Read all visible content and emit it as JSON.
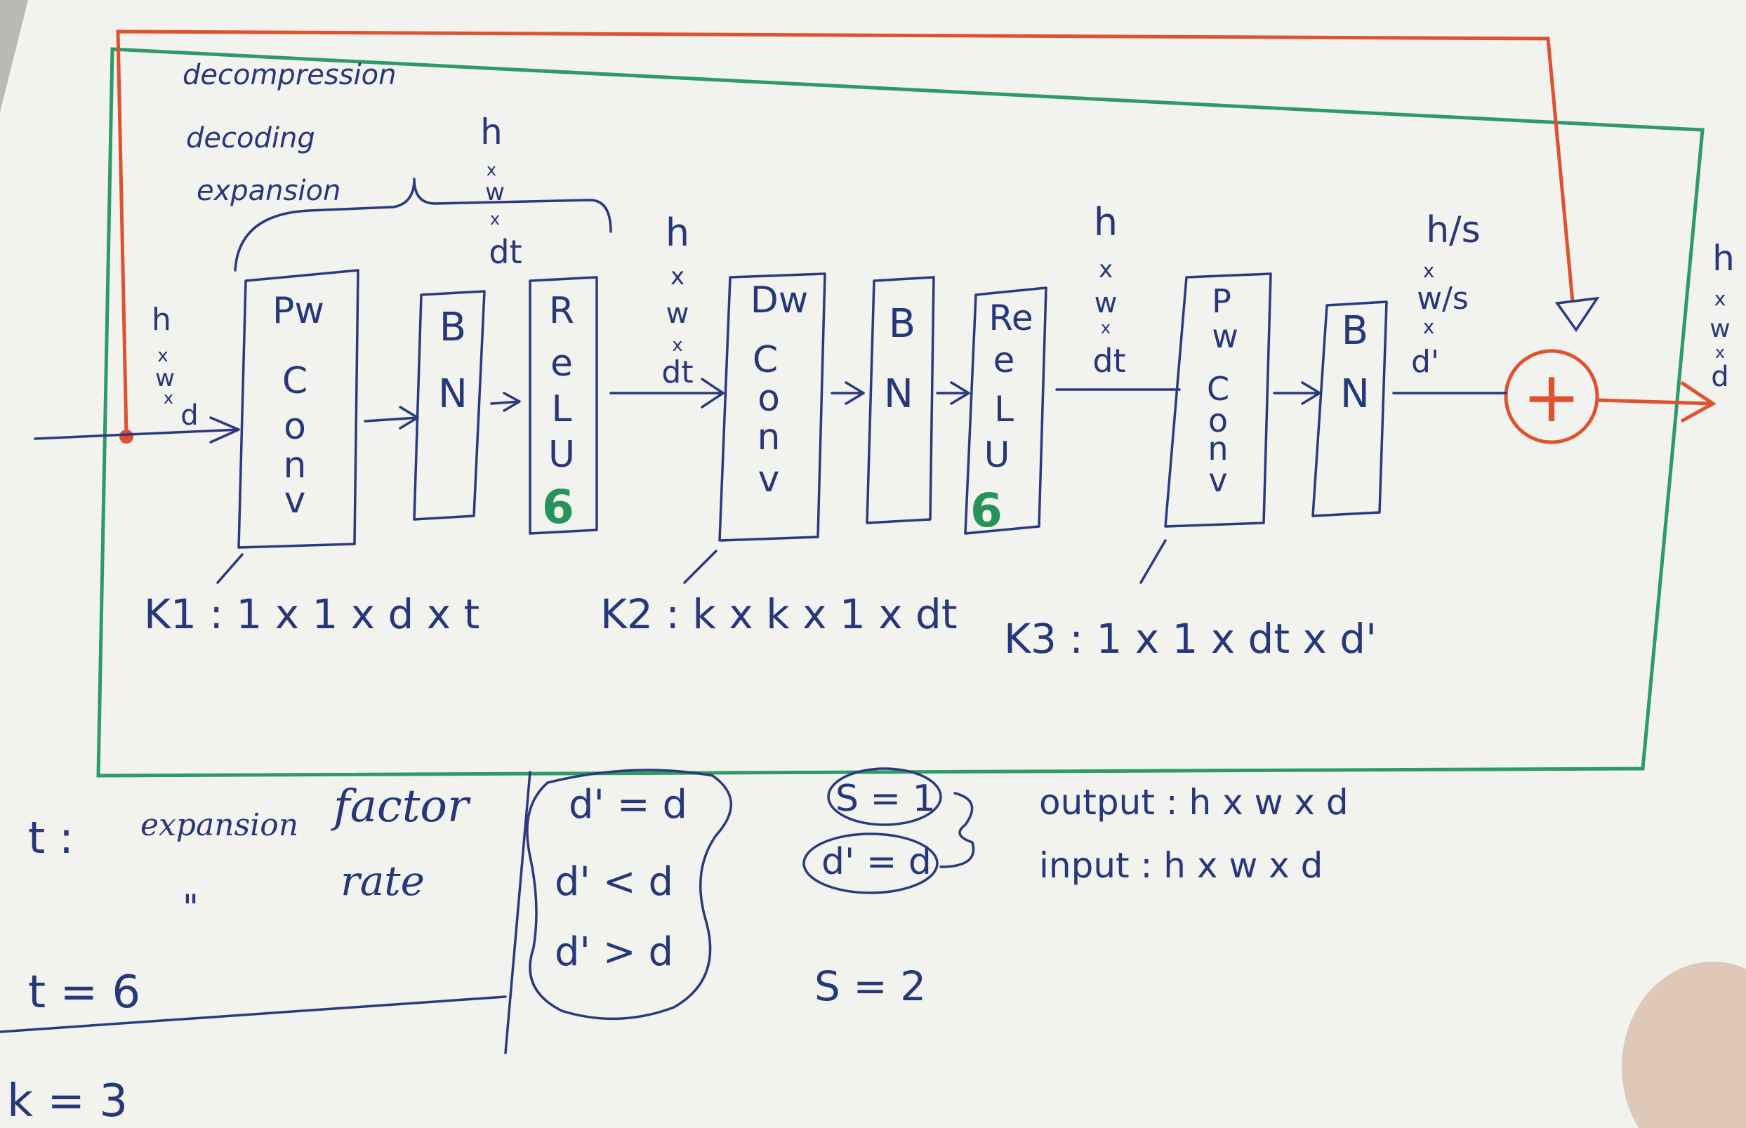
{
  "header_notes": [
    "decompression",
    "decoding",
    "expansion"
  ],
  "dims": {
    "input": [
      "h",
      "x",
      "w",
      "x",
      "d"
    ],
    "after_expand": [
      "h",
      "x",
      "w",
      "x",
      "dt"
    ],
    "after_relu1": [
      "h",
      "x",
      "w",
      "x",
      "dt"
    ],
    "after_relu2": [
      "h",
      "x",
      "w",
      "x",
      "dt"
    ],
    "after_bn3": [
      "h/s",
      "x",
      "w/s",
      "x",
      "d'"
    ],
    "output": [
      "h",
      "x",
      "w",
      "x",
      "d"
    ]
  },
  "blocks": [
    {
      "letters": [
        "Pw",
        "C",
        "o",
        "n",
        "v"
      ]
    },
    {
      "letters": [
        "B",
        "N"
      ]
    },
    {
      "letters": [
        "R",
        "e",
        "L",
        "U"
      ],
      "suffix": "6"
    },
    {
      "letters": [
        "Dw",
        "C",
        "o",
        "n",
        "v"
      ]
    },
    {
      "letters": [
        "B",
        "N"
      ]
    },
    {
      "letters": [
        "Re",
        "e",
        "L",
        "U"
      ],
      "suffix": "6"
    },
    {
      "letters": [
        "P",
        "w",
        "C",
        "o",
        "n",
        "v"
      ]
    },
    {
      "letters": [
        "B",
        "N"
      ]
    }
  ],
  "plus_symbol": "+",
  "kernels": [
    "K1 : 1 x 1 x d x t",
    "K2 : k x k x 1 x dt",
    "K3 : 1 x 1 x dt x d'"
  ],
  "notes": {
    "t_label": "t :",
    "t_expansion": "expansion",
    "t_factor": "factor",
    "ditto": "\"",
    "t_rate": "rate",
    "t_value": "t = 6",
    "k_value": "k = 3",
    "cases": [
      "d' = d",
      "d' < d",
      "d' > d"
    ],
    "s1": "S = 1",
    "d_eq": "d' = d",
    "output_line": "output :   h x w x d",
    "input_line": "input :   h x w x d",
    "s2": "S = 2"
  },
  "colors": {
    "paper": "#f2f2ef",
    "ink_blue": "#2a3a7d",
    "frame_green": "#2e9a66",
    "skip_orange": "#e0522f",
    "relu6_green": "#27935a"
  }
}
